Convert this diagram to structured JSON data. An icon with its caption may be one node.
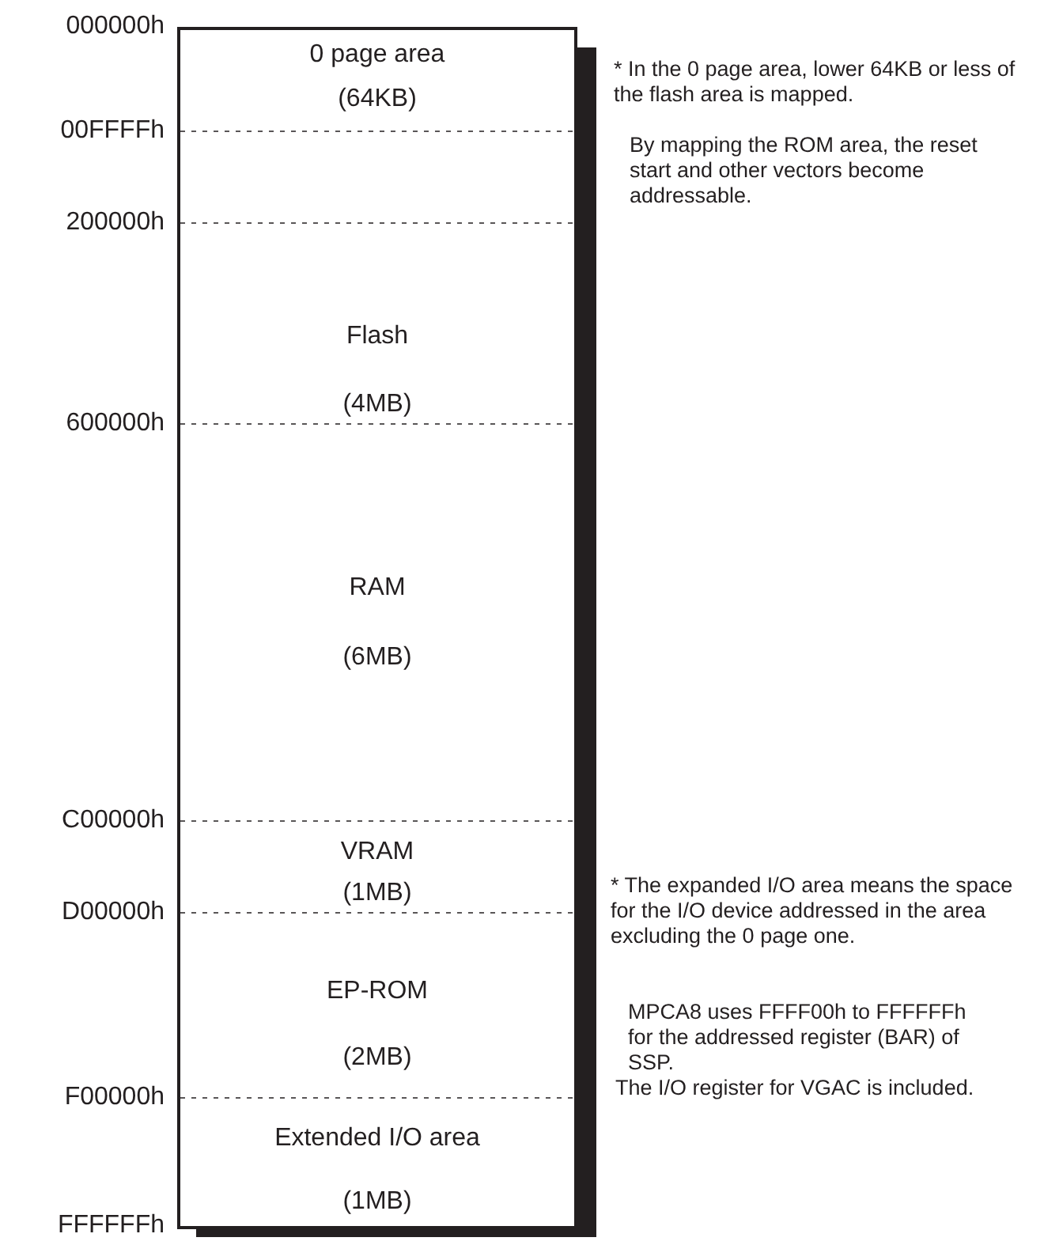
{
  "diagram": {
    "nodes": [
      {
        "text": [],
        "shape": "box"
      },
      {
        "text": [
          "0 page area",
          "(64KB)"
        ],
        "in": 0
      },
      {
        "text": [
          "Flash",
          "(4MB)"
        ],
        "in": 0
      },
      {
        "text": [
          "RAM",
          "(6MB)"
        ],
        "in": 0
      },
      {
        "text": [
          "VRAM",
          "(1MB)"
        ],
        "in": 0
      },
      {
        "text": [
          "EP-ROM",
          "(2MB)"
        ],
        "in": 0
      },
      {
        "text": [
          "Extended I/O area",
          "(1MB)"
        ],
        "in": 0
      }
    ],
    "labels": [
      "000000h",
      "00FFFFh",
      "200000h",
      "600000h",
      "C00000h",
      "D00000h",
      "F00000h",
      "FFFFFFh",
      "* In the 0 page area, lower 64KB or less of the flash area is mapped.",
      "By mapping the ROM area, the reset start and other vectors become addressable.",
      "* The expanded I/O area means the space for the I/O device addressed in the area excluding the 0 page one.",
      "MPCA8 uses FFFF00h to FFFFFFh for the addressed register (BAR) of SSP.",
      "The I/O register for VGAC is included."
    ]
  }
}
